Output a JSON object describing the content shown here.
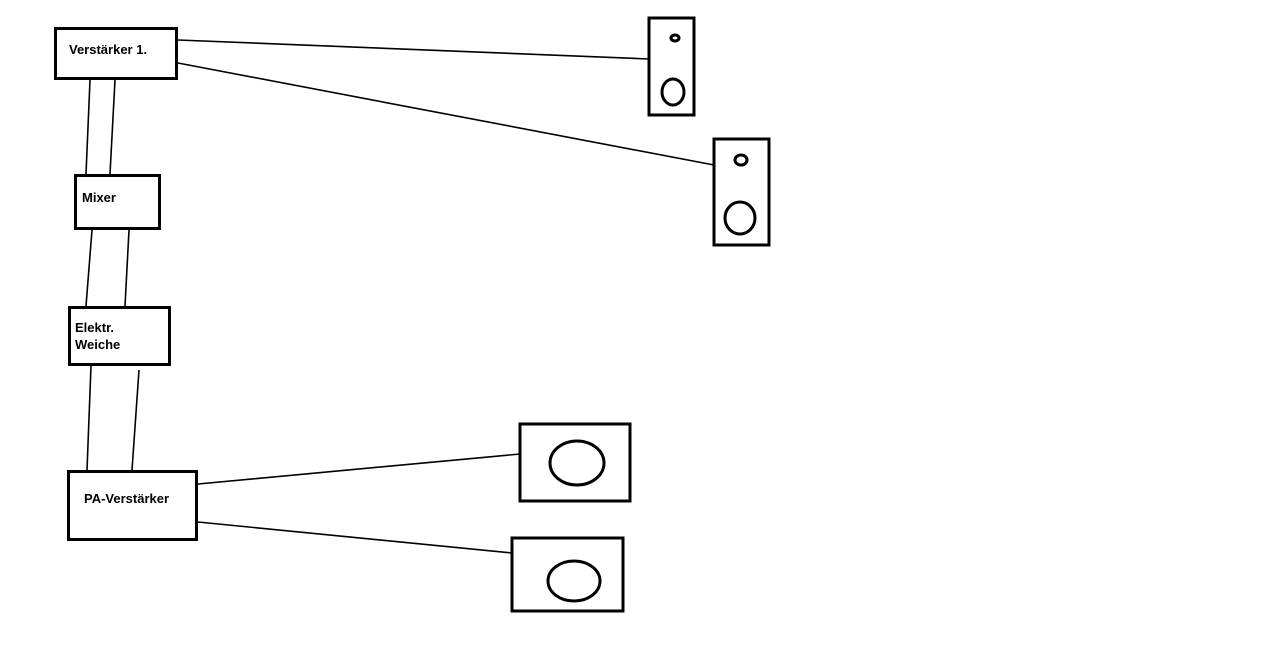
{
  "diagram": {
    "nodes": {
      "amp1": "Verstärker 1.",
      "mixer": "Mixer",
      "crossover_line1": "Elektr.",
      "crossover_line2": "Weiche",
      "pa_amp": "PA-Verstärker"
    },
    "colors": {
      "stroke": "#000000",
      "background": "#ffffff"
    }
  }
}
